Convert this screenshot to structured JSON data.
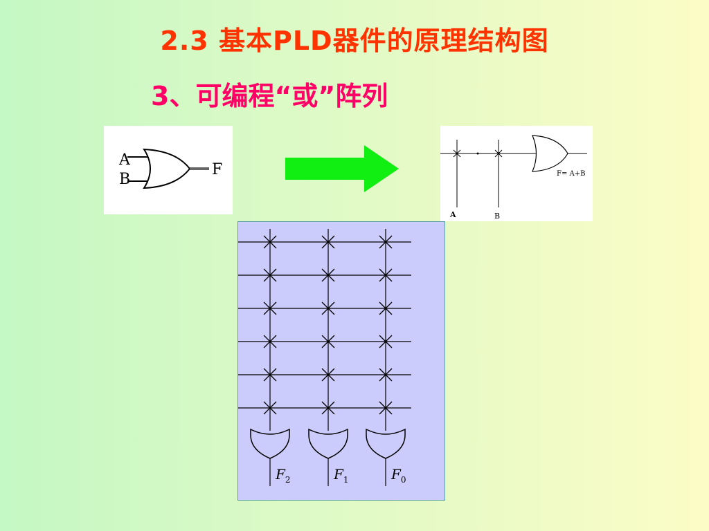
{
  "title": "2.3 基本PLD器件的原理结构图",
  "subtitle": "3、可编程“或”阵列",
  "gate_symbol": {
    "input_a": "A",
    "input_b": "B",
    "output": "F"
  },
  "wired_gate": {
    "input_a": "A",
    "input_b": "B",
    "expression": "F= A+B"
  },
  "arrow": {
    "color": "#11ee11"
  },
  "or_array": {
    "rows": 6,
    "columns": 3,
    "outputs": [
      {
        "letter": "F",
        "sub": "2"
      },
      {
        "letter": "F",
        "sub": "1"
      },
      {
        "letter": "F",
        "sub": "0"
      }
    ]
  }
}
